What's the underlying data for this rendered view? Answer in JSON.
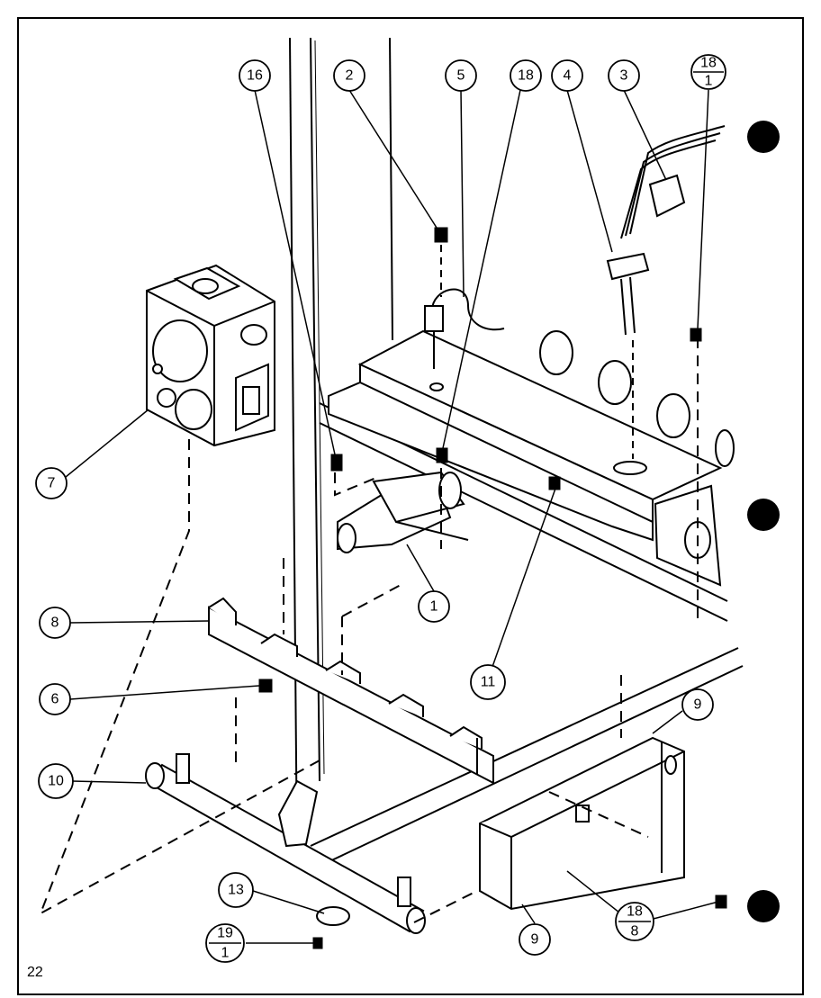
{
  "page_number": "22",
  "callouts": {
    "c1": "1",
    "c2": "2",
    "c3": "3",
    "c4": "4",
    "c5": "5",
    "c6": "6",
    "c7": "7",
    "c8": "8",
    "c9a": "9",
    "c9b": "9",
    "c10": "10",
    "c11": "11",
    "c13": "13",
    "c16": "16",
    "c18": "18",
    "f18_1_top": "18",
    "f18_1_bot": "1",
    "f18_8_top": "18",
    "f18_8_bot": "8",
    "f19_1_top": "19",
    "f19_1_bot": "1"
  }
}
